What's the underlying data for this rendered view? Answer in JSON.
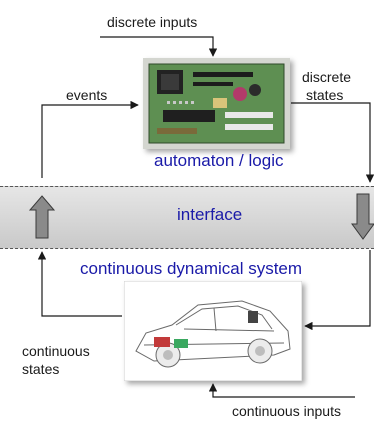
{
  "labels": {
    "discrete_inputs": "discrete inputs",
    "events": "events",
    "discrete_states_line1": "discrete",
    "discrete_states_line2": "states",
    "automaton": "automaton / logic",
    "interface": "interface",
    "continuous_system": "continuous dynamical system",
    "continuous_states_line1": "continuous",
    "continuous_states_line2": "states",
    "continuous_inputs": "continuous inputs"
  },
  "colors": {
    "text_blue": "#1a1aa8",
    "arrow_line": "#1a1a1a",
    "interface_band": "#d6d6d6",
    "block_arrow": "#8a8a8a"
  },
  "icons": [
    "circuit-board-image",
    "car-cutaway-image",
    "up-block-arrow-icon",
    "down-block-arrow-icon"
  ]
}
